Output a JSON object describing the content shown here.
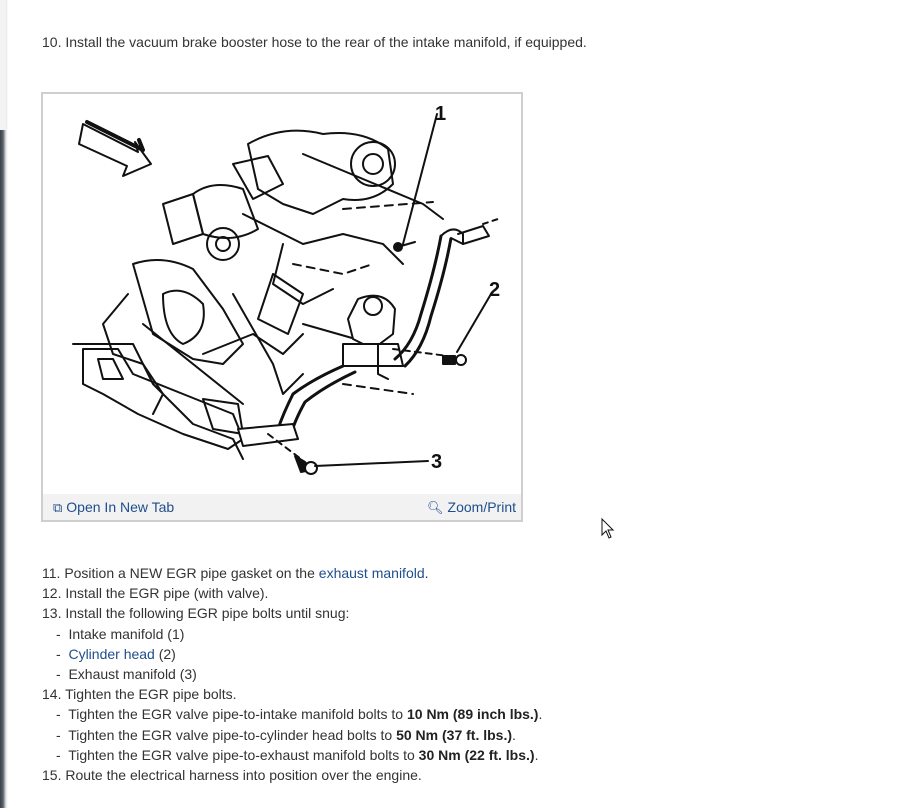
{
  "step10": "10. Install the vacuum brake booster hose to the rear of the intake manifold, if equipped.",
  "figure": {
    "callout_1": "1",
    "callout_2": "2",
    "callout_3": "3",
    "open_new_tab": "Open In New Tab",
    "zoom_print": "Zoom/Print"
  },
  "steps": {
    "s11_prefix": "11. Position a NEW EGR pipe gasket on the ",
    "s11_link": "exhaust manifold",
    "s11_suffix": ".",
    "s12": "12. Install the EGR pipe (with valve).",
    "s13": "13. Install the following EGR pipe bolts until snug:",
    "s13a": "Intake manifold (1)",
    "s13b_link": "Cylinder head",
    "s13b_suffix": " (2)",
    "s13c": "Exhaust manifold (3)",
    "s14": "14. Tighten the EGR pipe bolts.",
    "s14a_prefix": "Tighten the EGR valve pipe-to-intake manifold bolts to ",
    "s14a_bold": "10 Nm (89 inch lbs.)",
    "s14a_suffix": ".",
    "s14b_prefix": "Tighten the EGR valve pipe-to-cylinder head bolts to ",
    "s14b_bold": "50 Nm (37 ft. lbs.)",
    "s14b_suffix": ".",
    "s14c_prefix": "Tighten the EGR valve pipe-to-exhaust manifold bolts to ",
    "s14c_bold": "30 Nm (22 ft. lbs.)",
    "s14c_suffix": ".",
    "s15": "15. Route the electrical harness into position over the engine.",
    "dash": "-"
  },
  "icons": {
    "open_tab": "open-new-tab-icon",
    "zoom": "magnifier-icon"
  },
  "colors": {
    "link": "#1f4e8c",
    "toolbar_bg": "#f2f2f2"
  }
}
